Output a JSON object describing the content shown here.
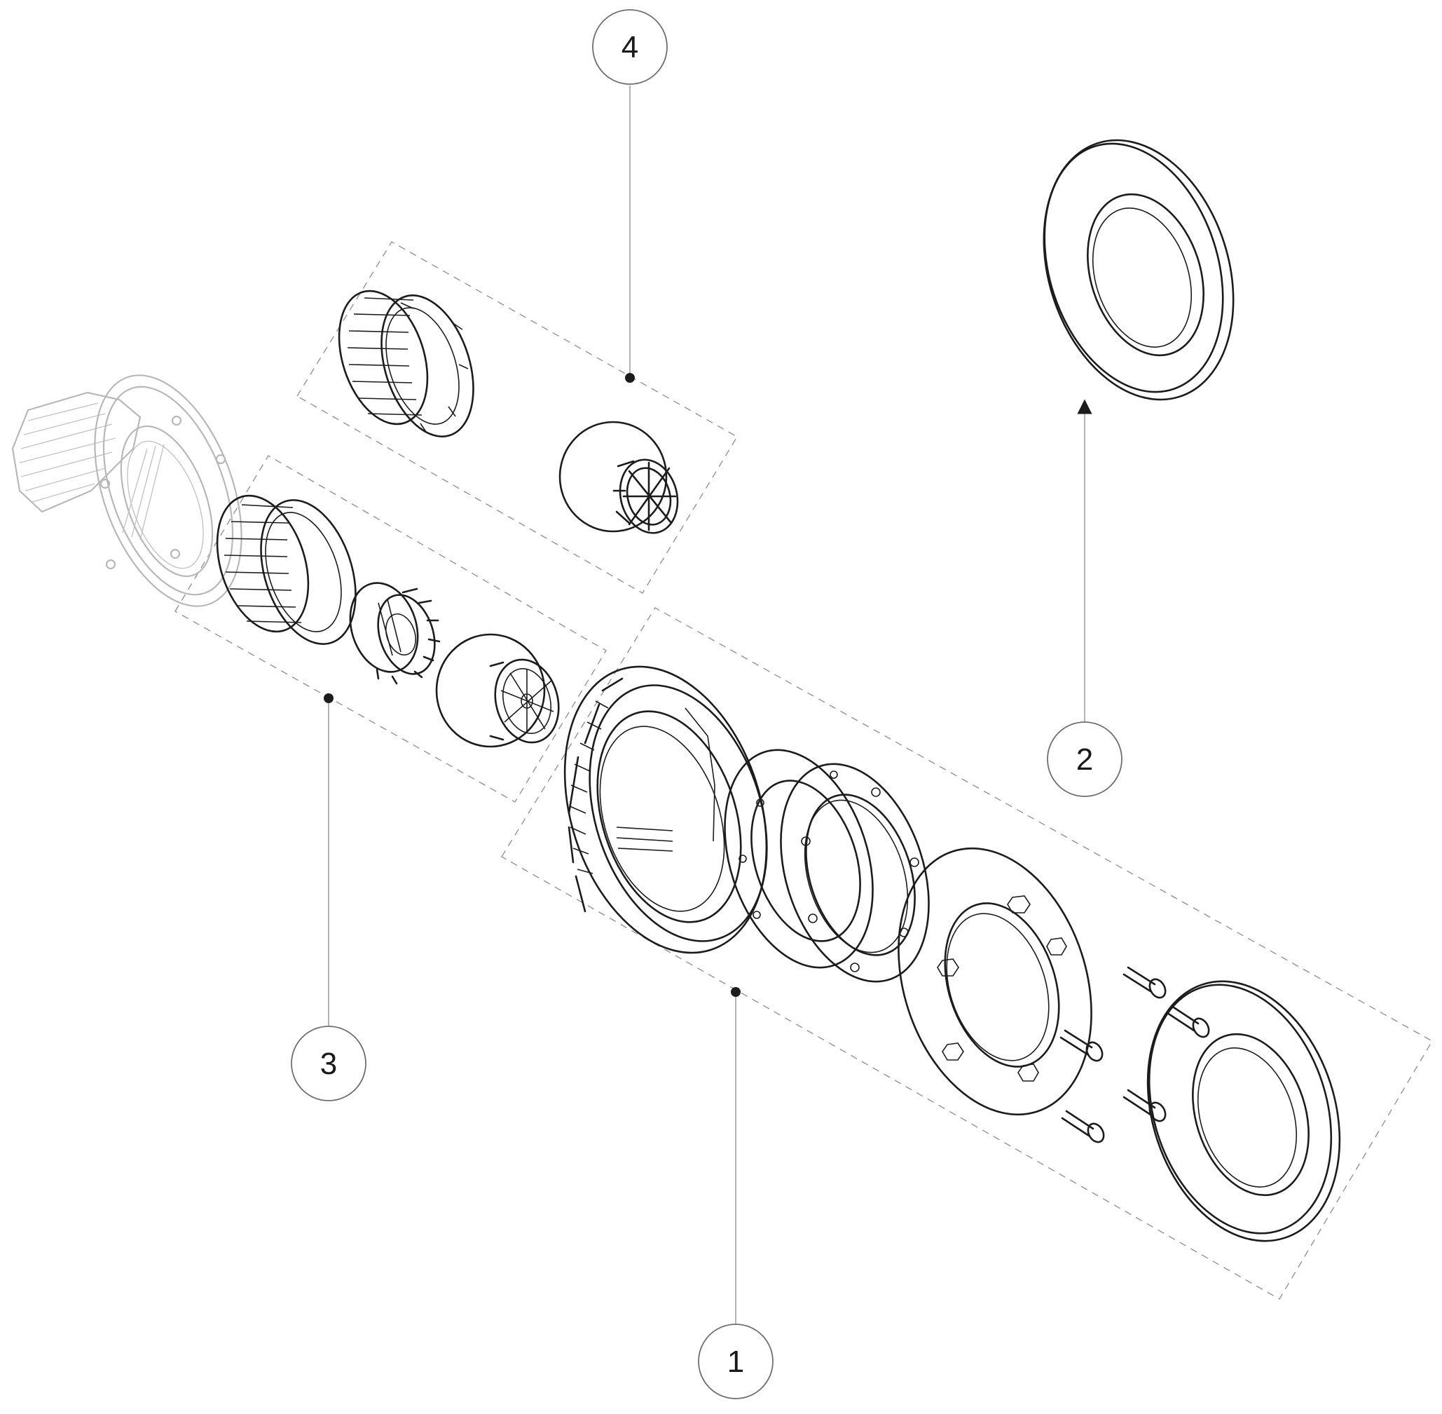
{
  "callouts": [
    {
      "id": "1",
      "label": "1"
    },
    {
      "id": "2",
      "label": "2"
    },
    {
      "id": "3",
      "label": "3"
    },
    {
      "id": "4",
      "label": "4"
    }
  ],
  "colors": {
    "ink": "#1c1c1c",
    "ghost": "#b8b8b8",
    "leader": "#9a9a9a",
    "background": "#ffffff"
  }
}
